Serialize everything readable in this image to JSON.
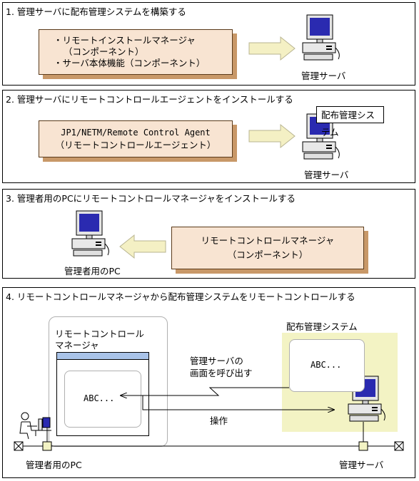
{
  "step1": {
    "title": "1. 管理サーバに配布管理システムを構築する",
    "box_line1": "・リモートインストールマネージャ",
    "box_line2": "（コンポーネント）",
    "box_line3": "・サーバ本体機能（コンポーネント）",
    "pc_label": "管理サーバ"
  },
  "step2": {
    "title": "2. 管理サーバにリモートコントロールエージェントをインストールする",
    "box_line1": "JP1/NETM/Remote Control Agent",
    "box_line2": "（リモートコントロールエージェント）",
    "callout": "配布管理システム",
    "pc_label": "管理サーバ"
  },
  "step3": {
    "title": "3. 管理者用のPCにリモートコントロールマネージャをインストールする",
    "box_line1": "リモートコントロールマネージャ",
    "box_line2": "（コンポーネント）",
    "pc_label": "管理者用のPC"
  },
  "step4": {
    "title": "4. リモートコントロールマネージャから配布管理システムをリモートコントロールする",
    "rcm_label_1": "リモートコントロール",
    "rcm_label_2": "マネージャ",
    "dist_label": "配布管理システム",
    "window_text": "ABC...",
    "remote_text": "ABC...",
    "call_label_1": "管理サーバの",
    "call_label_2": "画面を呼び出す",
    "operate_label": "操作",
    "admin_label": "管理者用のPC",
    "server_label": "管理サーバ"
  },
  "colors": {
    "box_fill": "#f8e4d2",
    "box_shadow": "#c89868",
    "arrow_fill": "#f4f0c4",
    "zone_fill": "#f3f3c4",
    "monitor_screen": "#2a2ab0"
  }
}
